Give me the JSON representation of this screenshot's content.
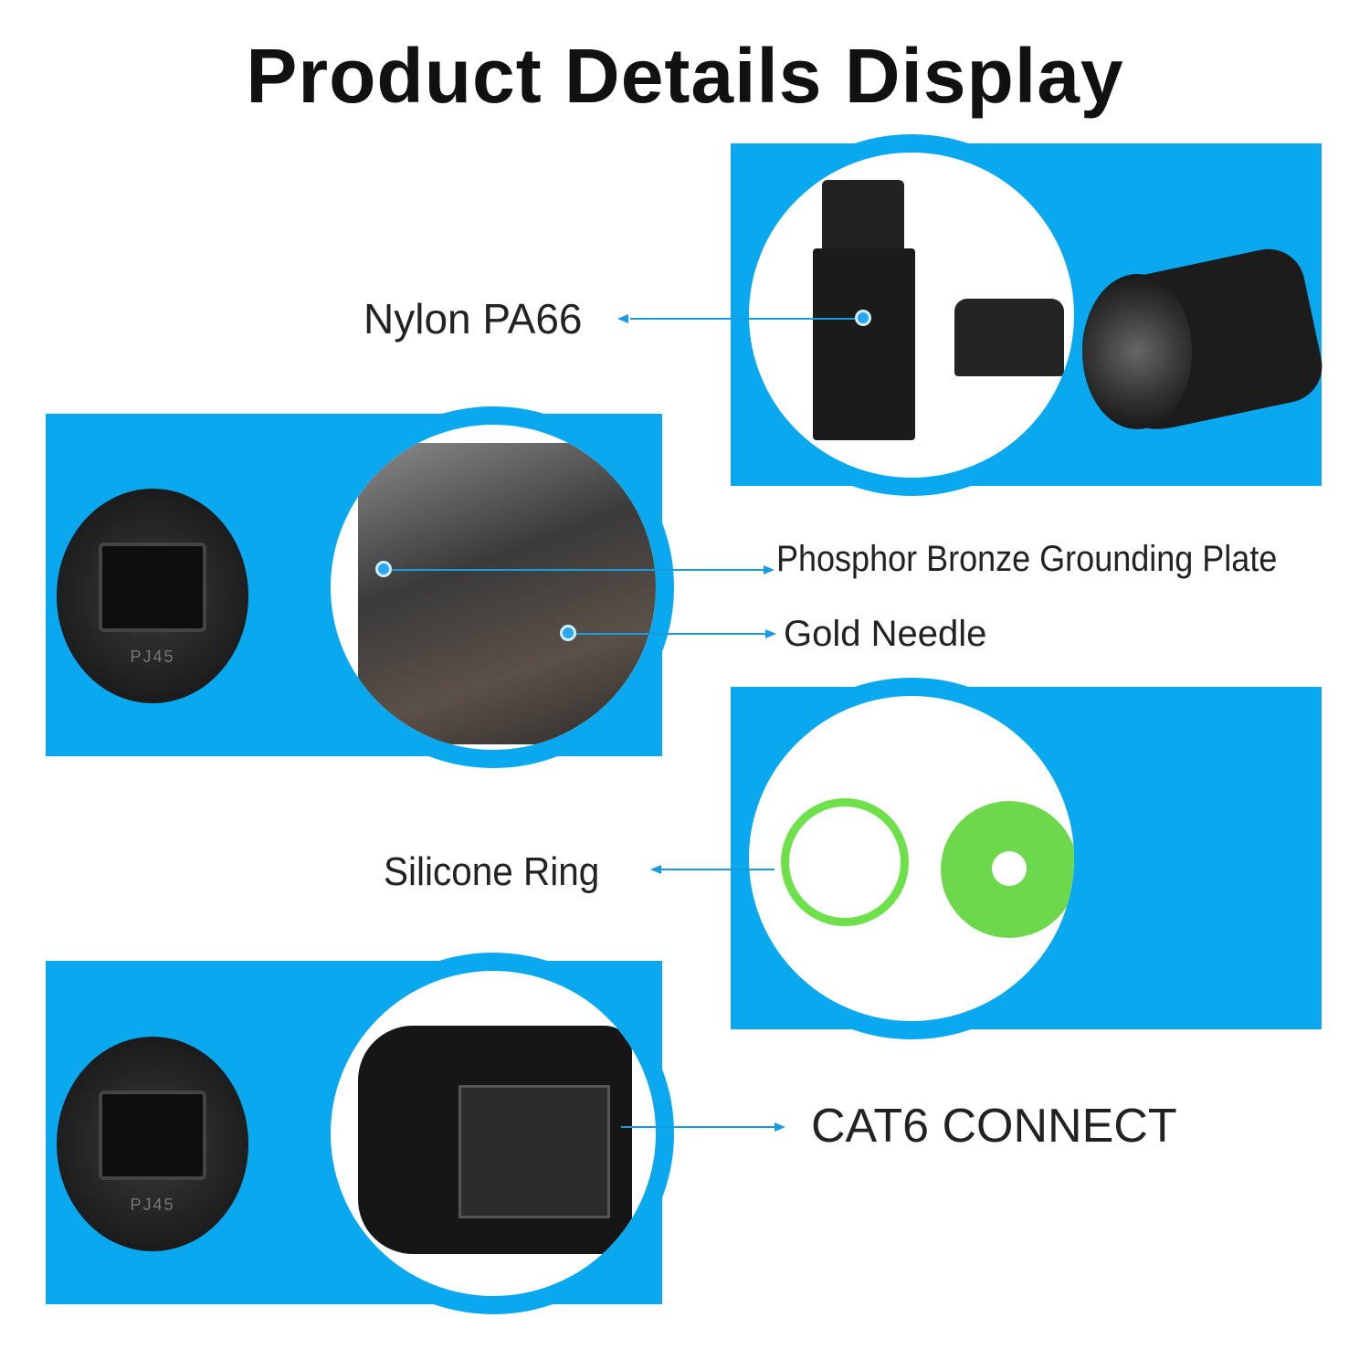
{
  "title": "Product Details Display",
  "colors": {
    "accent_blue": "#0aa8ef",
    "ring_green": "#6de04a"
  },
  "callouts": [
    {
      "label": "Nylon PA66"
    },
    {
      "label": "Phosphor Bronze Grounding Plate"
    },
    {
      "label": "Gold Needle"
    },
    {
      "label": "Silicone Ring"
    },
    {
      "label": "CAT6 CONNECT"
    }
  ],
  "jack_marking": "PJ45"
}
